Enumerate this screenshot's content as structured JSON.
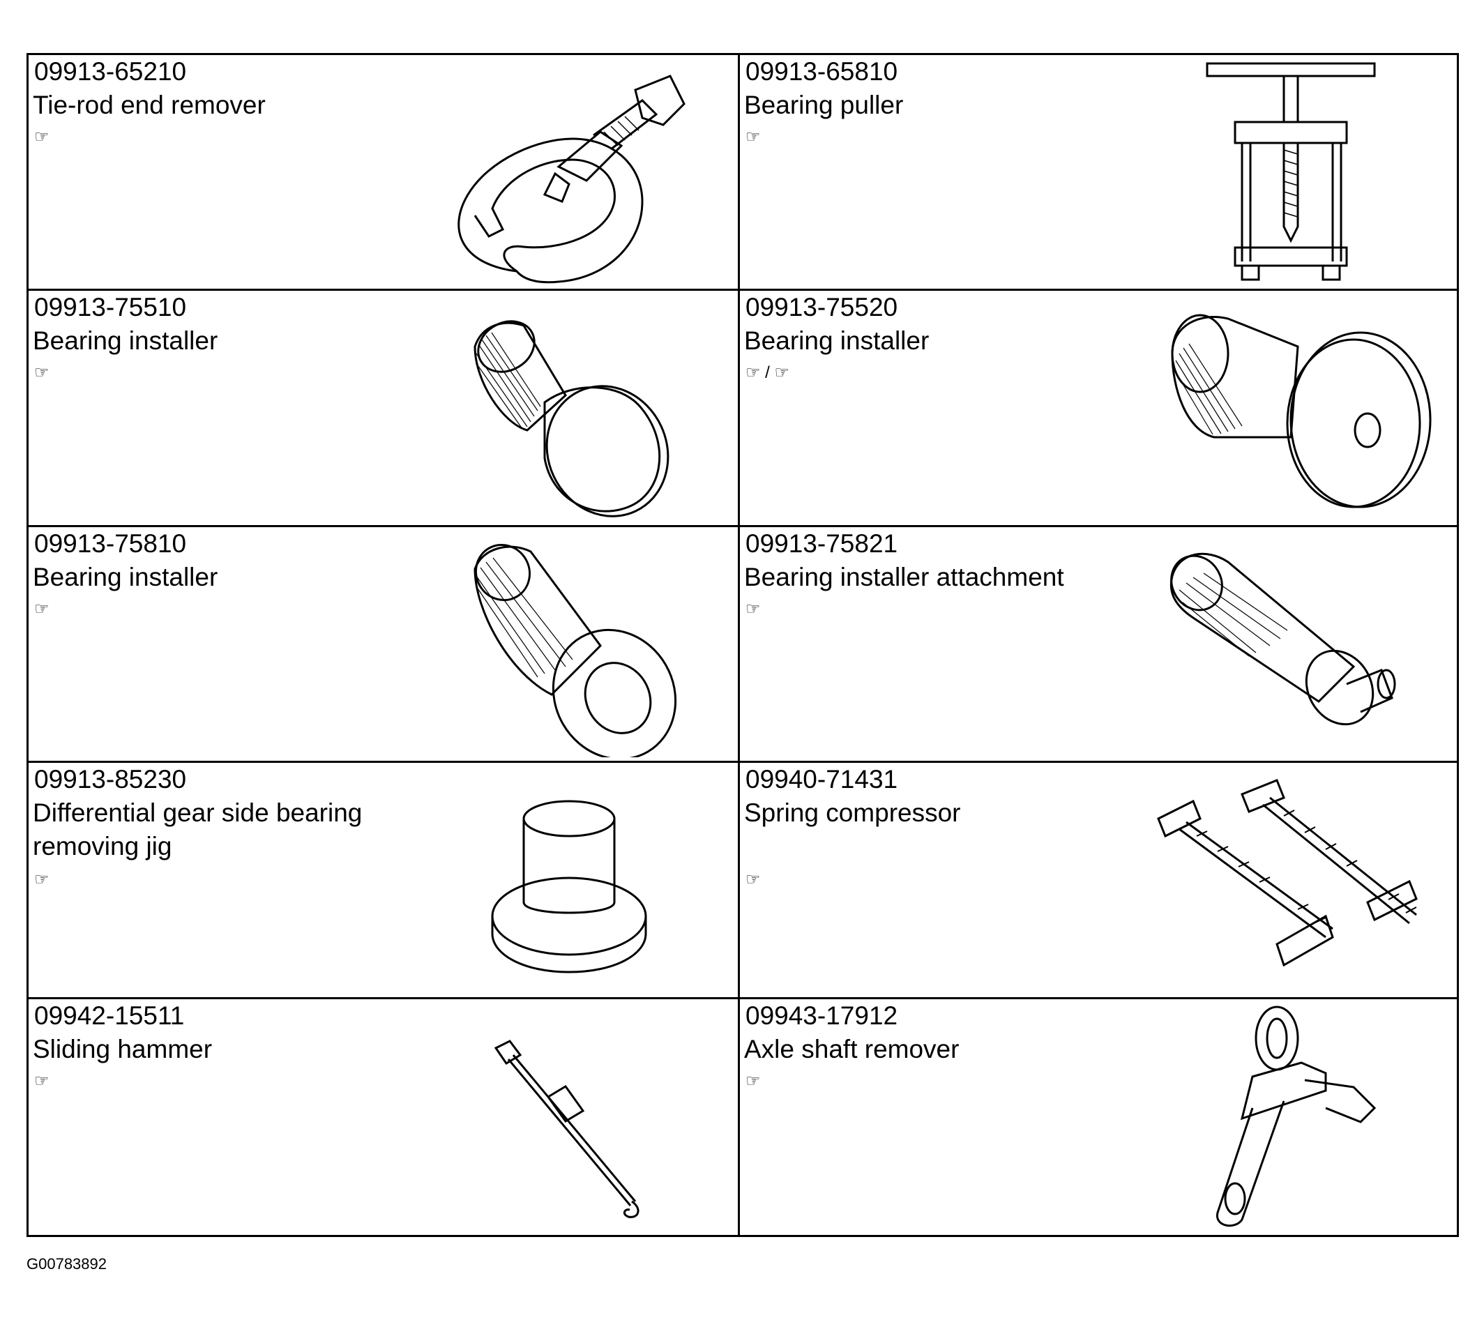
{
  "tools": [
    {
      "part_no": "09913-65210",
      "name": "Tie-rod end remover",
      "ref": "☞",
      "icon": "tie-rod-end-remover-illustration"
    },
    {
      "part_no": "09913-65810",
      "name": "Bearing puller",
      "ref": "☞",
      "icon": "bearing-puller-illustration"
    },
    {
      "part_no": "09913-75510",
      "name": "Bearing installer",
      "ref": "☞",
      "icon": "bearing-installer-illustration"
    },
    {
      "part_no": "09913-75520",
      "name": "Bearing installer",
      "ref": "☞ / ☞",
      "icon": "bearing-installer-illustration"
    },
    {
      "part_no": "09913-75810",
      "name": "Bearing installer",
      "ref": "☞",
      "icon": "bearing-installer-illustration"
    },
    {
      "part_no": "09913-75821",
      "name": "Bearing installer attachment",
      "ref": "☞",
      "icon": "bearing-installer-attachment-illustration"
    },
    {
      "part_no": "09913-85230",
      "name": "Differential gear side bearing removing jig",
      "ref": "☞",
      "icon": "removing-jig-illustration"
    },
    {
      "part_no": "09940-71431",
      "name": "Spring compressor",
      "ref": "☞",
      "icon": "spring-compressor-illustration"
    },
    {
      "part_no": "09942-15511",
      "name": "Sliding hammer",
      "ref": "☞",
      "icon": "sliding-hammer-illustration"
    },
    {
      "part_no": "09943-17912",
      "name": "Axle shaft remover",
      "ref": "☞",
      "icon": "axle-shaft-remover-illustration"
    }
  ],
  "figure_id": "G00783892"
}
